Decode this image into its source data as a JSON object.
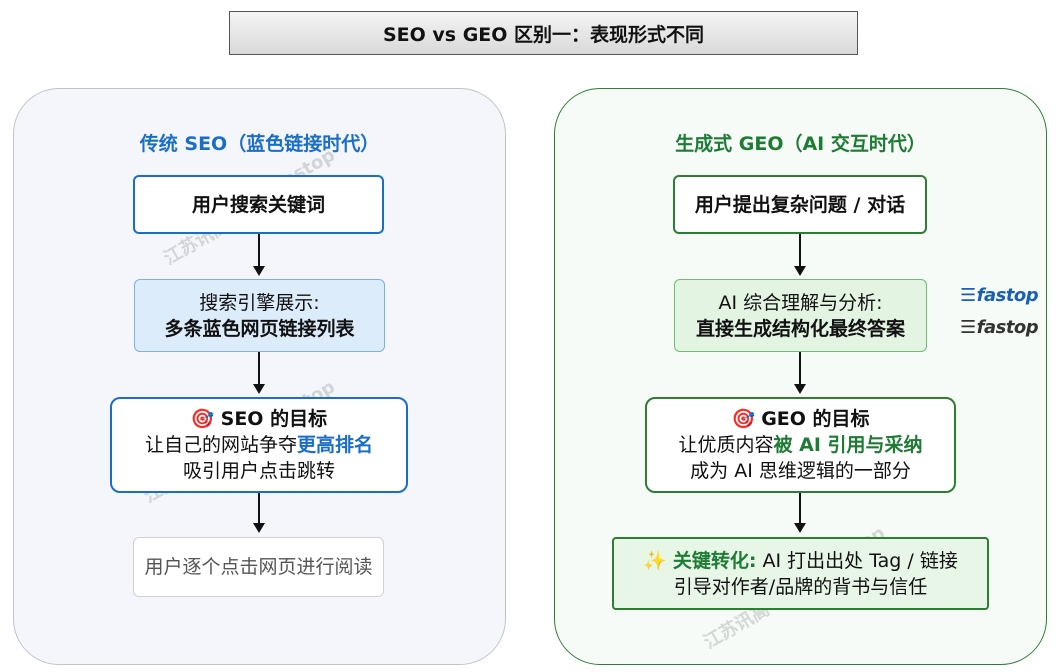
{
  "title": "SEO vs GEO 区别一：表现形式不同",
  "left": {
    "heading": "传统 SEO（蓝色链接时代）",
    "step1": "用户搜索关键词",
    "step2_line1": "搜索引擎展示:",
    "step2_line2": "多条蓝色网页链接列表",
    "goal_icon": "🎯",
    "goal_title": "SEO 的目标",
    "goal_line2_pre": "让自己的网站争夺",
    "goal_line2_hl": "更高排名",
    "goal_line3": "吸引用户点击跳转",
    "step4": "用户逐个点击网页进行阅读"
  },
  "right": {
    "heading": "生成式 GEO（AI 交互时代）",
    "step1": "用户提出复杂问题 / 对话",
    "step2_line1": "AI 综合理解与分析:",
    "step2_line2": "直接生成结构化最终答案",
    "goal_icon": "🎯",
    "goal_title": "GEO 的目标",
    "goal_line2_pre": "让优质内容",
    "goal_line2_hl": "被 AI 引用与采纳",
    "goal_line3": "成为 AI 思维逻辑的一部分",
    "key_icon": "✨",
    "key_label": "关键转化:",
    "key_line1_rest": " AI 打出出处 Tag / 链接",
    "key_line2": "引导对作者/品牌的背书与信任"
  },
  "watermarks": [
    "江苏讯高",
    "Fastop",
    "江苏讯高",
    "Fastop",
    "Fastop",
    "江苏讯高"
  ],
  "logos": [
    "fastop",
    "fastop"
  ],
  "colors": {
    "seo_blue": "#1a6ec8",
    "geo_green": "#1e7b34",
    "logo_top": "#1a5fb4",
    "logo_bottom": "#333333"
  }
}
